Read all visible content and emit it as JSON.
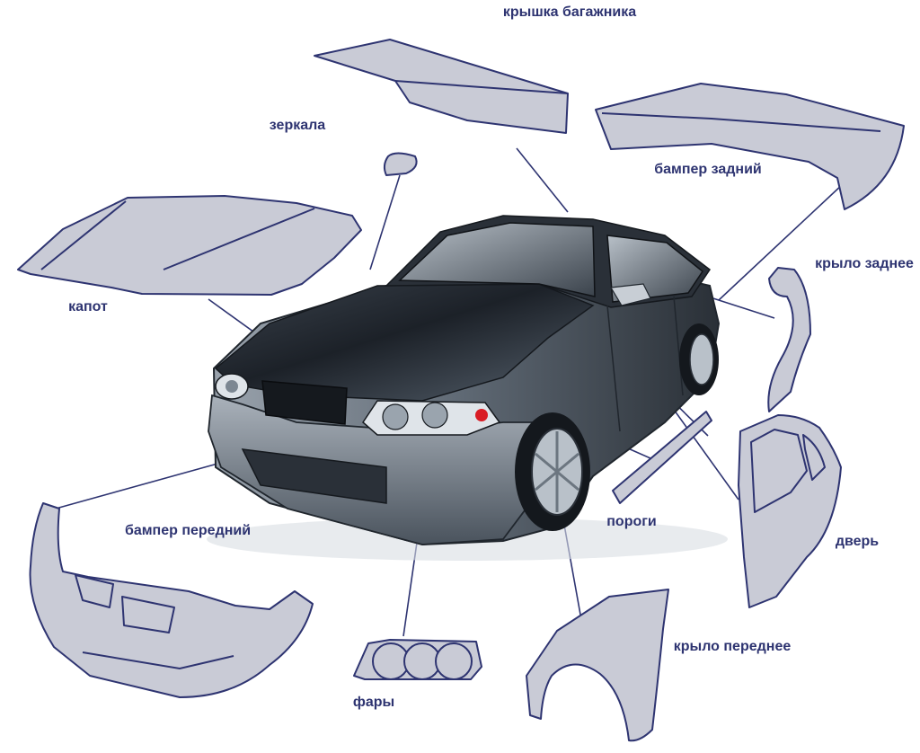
{
  "colors": {
    "label": "#2e3471",
    "part_fill": "#c9cbd6",
    "part_stroke": "#2e3471",
    "car_body_dark": "#1f242c",
    "car_body_light": "#8d96a1",
    "headlight_accent": "#d91c24"
  },
  "labels": {
    "trunk_lid": "крышка багажника",
    "mirrors": "зеркала",
    "rear_bumper": "бампер задний",
    "hood": "капот",
    "rear_fender": "крыло заднее",
    "front_bumper": "бампер передний",
    "sills": "пороги",
    "door": "дверь",
    "front_fender": "крыло переднее",
    "headlights": "фары"
  }
}
